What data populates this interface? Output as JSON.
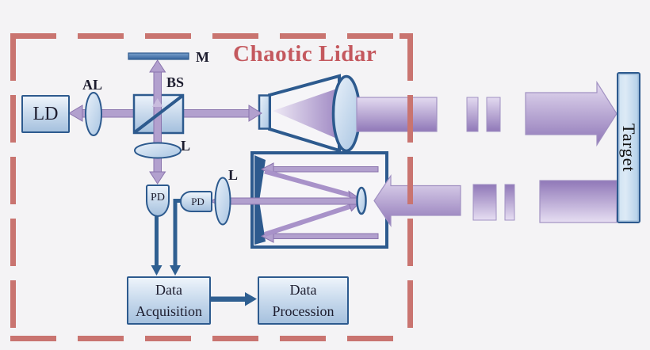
{
  "title": "Chaotic Lidar",
  "components": {
    "ld": "LD",
    "al": "AL",
    "bs": "BS",
    "mirror": "M",
    "lens_main": "L",
    "lens_receiver": "L",
    "pd_main": "PD",
    "pd_receiver": "PD",
    "data_acquisition": "Data Acquisition",
    "data_procession": "Data Procession",
    "target": "Target"
  },
  "colors": {
    "boundary_red": "#c97470",
    "title_red": "#c4585e",
    "outline_blue": "#2d5a8e",
    "beam_purple": "#b2a0ce",
    "component_fill_blue": "#cbdcee"
  }
}
